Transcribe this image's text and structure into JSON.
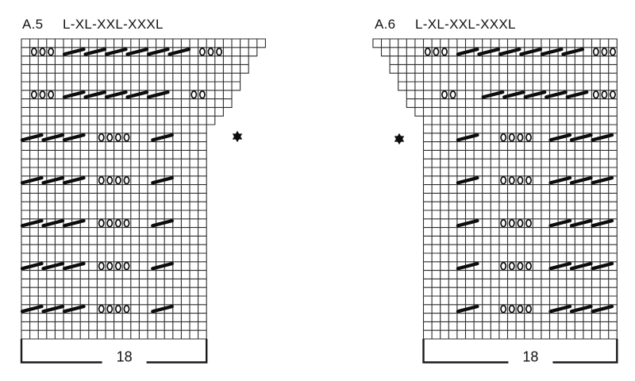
{
  "page": {
    "background_color": "#ffffff"
  },
  "colors": {
    "grid_line": "#2d2d2d",
    "symbol": "#0d0d0d",
    "text": "#111111",
    "bracket": "#1a1a1a"
  },
  "symbols": {
    "yarn_over": "O",
    "decrease_slash": "/",
    "marker": "six-pointed-star"
  },
  "charts": [
    {
      "label": "A.5",
      "sizes": "L-XL-XXL-XXXL",
      "repeat_stitch_count": "18",
      "align": "left",
      "star_marker": {
        "present": true,
        "side": "right"
      },
      "grid": {
        "rows": 35,
        "max_cols": 29,
        "body_cols": 22,
        "decrease_span_cells": 2.5,
        "row_widths": [
          29,
          28,
          27,
          27,
          26,
          26,
          25,
          25,
          24,
          23,
          22,
          22,
          22,
          22,
          22,
          22,
          22,
          22,
          22,
          22,
          22,
          22,
          22,
          22,
          22,
          22,
          22,
          22,
          22,
          22,
          22,
          22,
          22,
          22,
          22
        ],
        "symbol_rows": [
          {
            "row": 2,
            "yarn_overs": [
              2,
              3,
              4,
              22,
              23,
              24
            ],
            "decreases": [
              6,
              8.5,
              11,
              13.5,
              16,
              18.5
            ]
          },
          {
            "row": 7,
            "yarn_overs": [
              2,
              3,
              4,
              21,
              22
            ],
            "decreases": [
              6,
              8.5,
              11,
              13.5,
              16
            ]
          },
          {
            "row": 12,
            "yarn_overs": [
              10,
              11,
              12,
              13
            ],
            "decreases": [
              1,
              3.5,
              6,
              16.5
            ]
          },
          {
            "row": 17,
            "yarn_overs": [
              10,
              11,
              12,
              13
            ],
            "decreases": [
              1,
              3.5,
              6,
              16.5
            ]
          },
          {
            "row": 22,
            "yarn_overs": [
              10,
              11,
              12,
              13
            ],
            "decreases": [
              1,
              3.5,
              6,
              16.5
            ]
          },
          {
            "row": 27,
            "yarn_overs": [
              10,
              11,
              12,
              13
            ],
            "decreases": [
              1,
              3.5,
              6,
              16.5
            ]
          },
          {
            "row": 32,
            "yarn_overs": [
              10,
              11,
              12,
              13
            ],
            "decreases": [
              1,
              3.5,
              6,
              16.5
            ]
          }
        ]
      }
    },
    {
      "label": "A.6",
      "sizes": "L-XL-XXL-XXXL",
      "repeat_stitch_count": "18",
      "align": "right",
      "star_marker": {
        "present": true,
        "side": "left"
      },
      "grid": {
        "rows": 35,
        "max_cols": 29,
        "body_cols": 23,
        "decrease_span_cells": 2.5,
        "row_widths": [
          29,
          28,
          27,
          27,
          26,
          26,
          25,
          25,
          24,
          23,
          23,
          23,
          23,
          23,
          23,
          23,
          23,
          23,
          23,
          23,
          23,
          23,
          23,
          23,
          23,
          23,
          23,
          23,
          23,
          23,
          23,
          23,
          23,
          23,
          23
        ],
        "symbol_rows": [
          {
            "row": 2,
            "yarn_overs": [
              6,
              7,
              8,
              26,
              27,
              28
            ],
            "decreases": [
              10,
              12.5,
              15,
              17.5,
              20,
              22.5
            ]
          },
          {
            "row": 7,
            "yarn_overs": [
              5,
              6,
              23,
              24,
              25
            ],
            "decreases": [
              10,
              12.5,
              15,
              17.5,
              20
            ]
          },
          {
            "row": 12,
            "yarn_overs": [
              10,
              11,
              12,
              13
            ],
            "decreases": [
              5,
              16,
              18.5,
              21
            ]
          },
          {
            "row": 17,
            "yarn_overs": [
              10,
              11,
              12,
              13
            ],
            "decreases": [
              5,
              16,
              18.5,
              21
            ]
          },
          {
            "row": 22,
            "yarn_overs": [
              10,
              11,
              12,
              13
            ],
            "decreases": [
              5,
              16,
              18.5,
              21
            ]
          },
          {
            "row": 27,
            "yarn_overs": [
              10,
              11,
              12,
              13
            ],
            "decreases": [
              5,
              16,
              18.5,
              21
            ]
          },
          {
            "row": 32,
            "yarn_overs": [
              10,
              11,
              12,
              13
            ],
            "decreases": [
              5,
              16,
              18.5,
              21
            ]
          }
        ]
      }
    }
  ]
}
